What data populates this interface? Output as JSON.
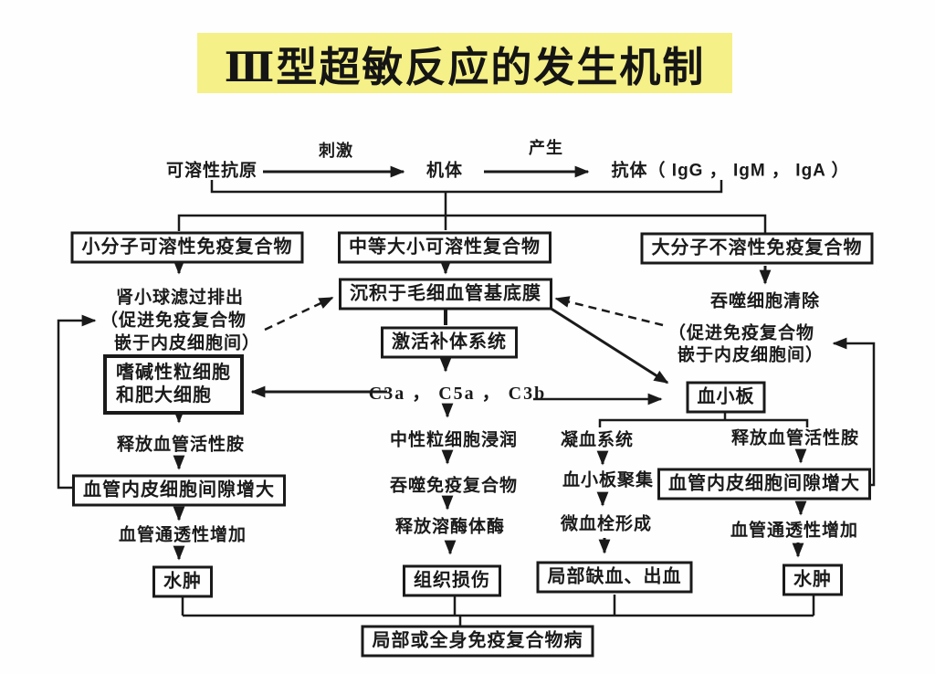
{
  "title": "Ⅲ型超敏反应的发生机制",
  "colors": {
    "title_highlight": "#f5f087",
    "ink": "#1a1a1a",
    "background": "#fefefe"
  },
  "flow": {
    "antigen": "可溶性抗原",
    "stimulate": "刺激",
    "organism": "机体",
    "produce": "产生",
    "antibody": "抗体（ IgG ， IgM ， IgA ）"
  },
  "branches": {
    "small": "小分子可溶性免疫复合物",
    "medium": "中等大小可溶性复合物",
    "large": "大分子不溶性免疫复合物"
  },
  "left": {
    "kidney_line1": "肾小球滤过排出",
    "kidney_line2": "（促进免疫复合物",
    "kidney_line3": "嵌于内皮细胞间）",
    "basophil_line1": "嗜碱性粒细胞",
    "basophil_line2": "和肥大细胞",
    "release_amine": "释放血管活性胺",
    "gap_increase": "血管内皮细胞间隙增大",
    "permeability": "血管通透性增加",
    "edema": "水肿"
  },
  "middle": {
    "deposit": "沉积于毛细血管基底膜",
    "complement": "激活补体系统",
    "c_fragments": "C3a ， C5a ， C3b",
    "neutrophil": "中性粒细胞浸润",
    "phagocytose": "吞噬免疫复合物",
    "lysozyme": "释放溶酶体酶",
    "damage": "组织损伤"
  },
  "right": {
    "clearance": "吞噬细胞清除",
    "promote_line1": "（促进免疫复合物",
    "promote_line2": "嵌于内皮细胞间）",
    "platelet": "血小板",
    "coagulation": "凝血系统",
    "aggregation": "血小板聚集",
    "microthrombus": "微血栓形成",
    "ischemia": "局部缺血、出血",
    "release_amine": "释放血管活性胺",
    "gap_increase": "血管内皮细胞间隙增大",
    "permeability": "血管通透性增加",
    "edema": "水肿"
  },
  "bottom": {
    "disease": "局部或全身免疫复合物病"
  }
}
